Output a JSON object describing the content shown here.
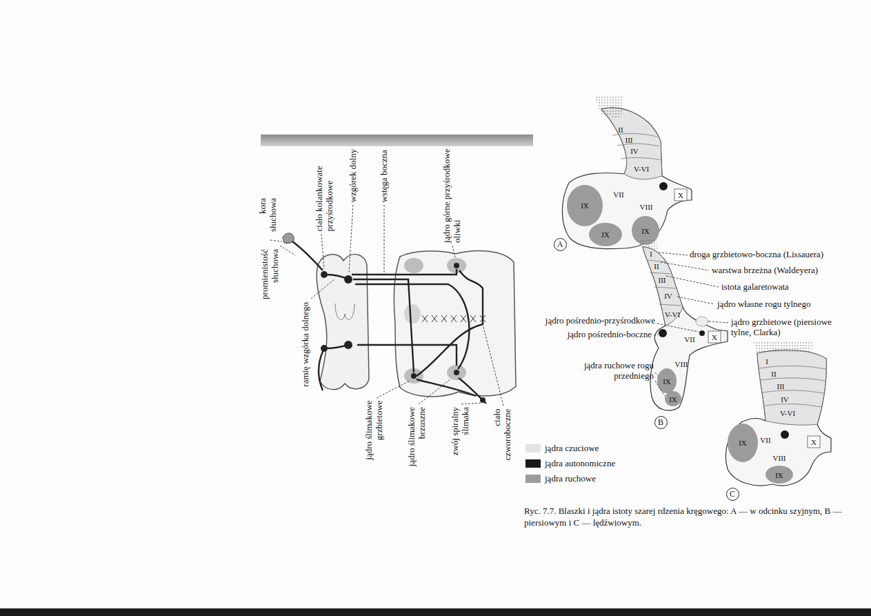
{
  "diagram": {
    "caption": "Ryc. 7.7. Blaszki i jądra istoty szarej rdzenia kręgowego: A — w odcinku szyjnym, B — piersiowym i C — lędźwiowym.",
    "nodes": [
      {
        "text": [
          "A"
        ]
      },
      {
        "text": [
          "B"
        ]
      },
      {
        "text": [
          "C"
        ]
      }
    ],
    "labels": [
      "kora słuchowa",
      "promienistość słuchowa",
      "ciało kolankowate przyśrodkowe",
      "ramię wzgórka dolnego",
      "wzgórek dolny",
      "wstęga boczna",
      "jądro górne przyśrodkowe oliwki",
      "jądro ślimakowe grzbietowe",
      "jądro ślimakowe brzuszne",
      "zwój spiralny ślimaka",
      "ciało czworoboczne",
      "droga grzbietowo-boczna (Lissauera)",
      "warstwa brzeżna (Waldeyera)",
      "istota galaretowata",
      "jądro własne rogu tylnego",
      "jądro grzbietowe (piersiowe tylne, Clarka)",
      "jądro pośrednio-przyśrodkowe",
      "jądro pośrednio-boczne",
      "jądra ruchowe rogu przedniego",
      "II",
      "III",
      "IV",
      "V-VI",
      "VII",
      "VIII",
      "IX",
      "IX",
      "IX",
      "X",
      "I",
      "II",
      "III",
      "IV",
      "V-VI",
      "VII",
      "VIII",
      "IX",
      "IX",
      "X",
      "I",
      "II",
      "III",
      "IV",
      "V-VI",
      "VII",
      "VIII",
      "IX",
      "IX",
      "X"
    ],
    "legend": [
      {
        "text": "jądra czuciowe",
        "color": "#e4e4e4"
      },
      {
        "text": "jądra autonomiczne",
        "color": "#1a1a1a"
      },
      {
        "text": "jądra ruchowe",
        "color": "#9c9c9c"
      }
    ]
  }
}
